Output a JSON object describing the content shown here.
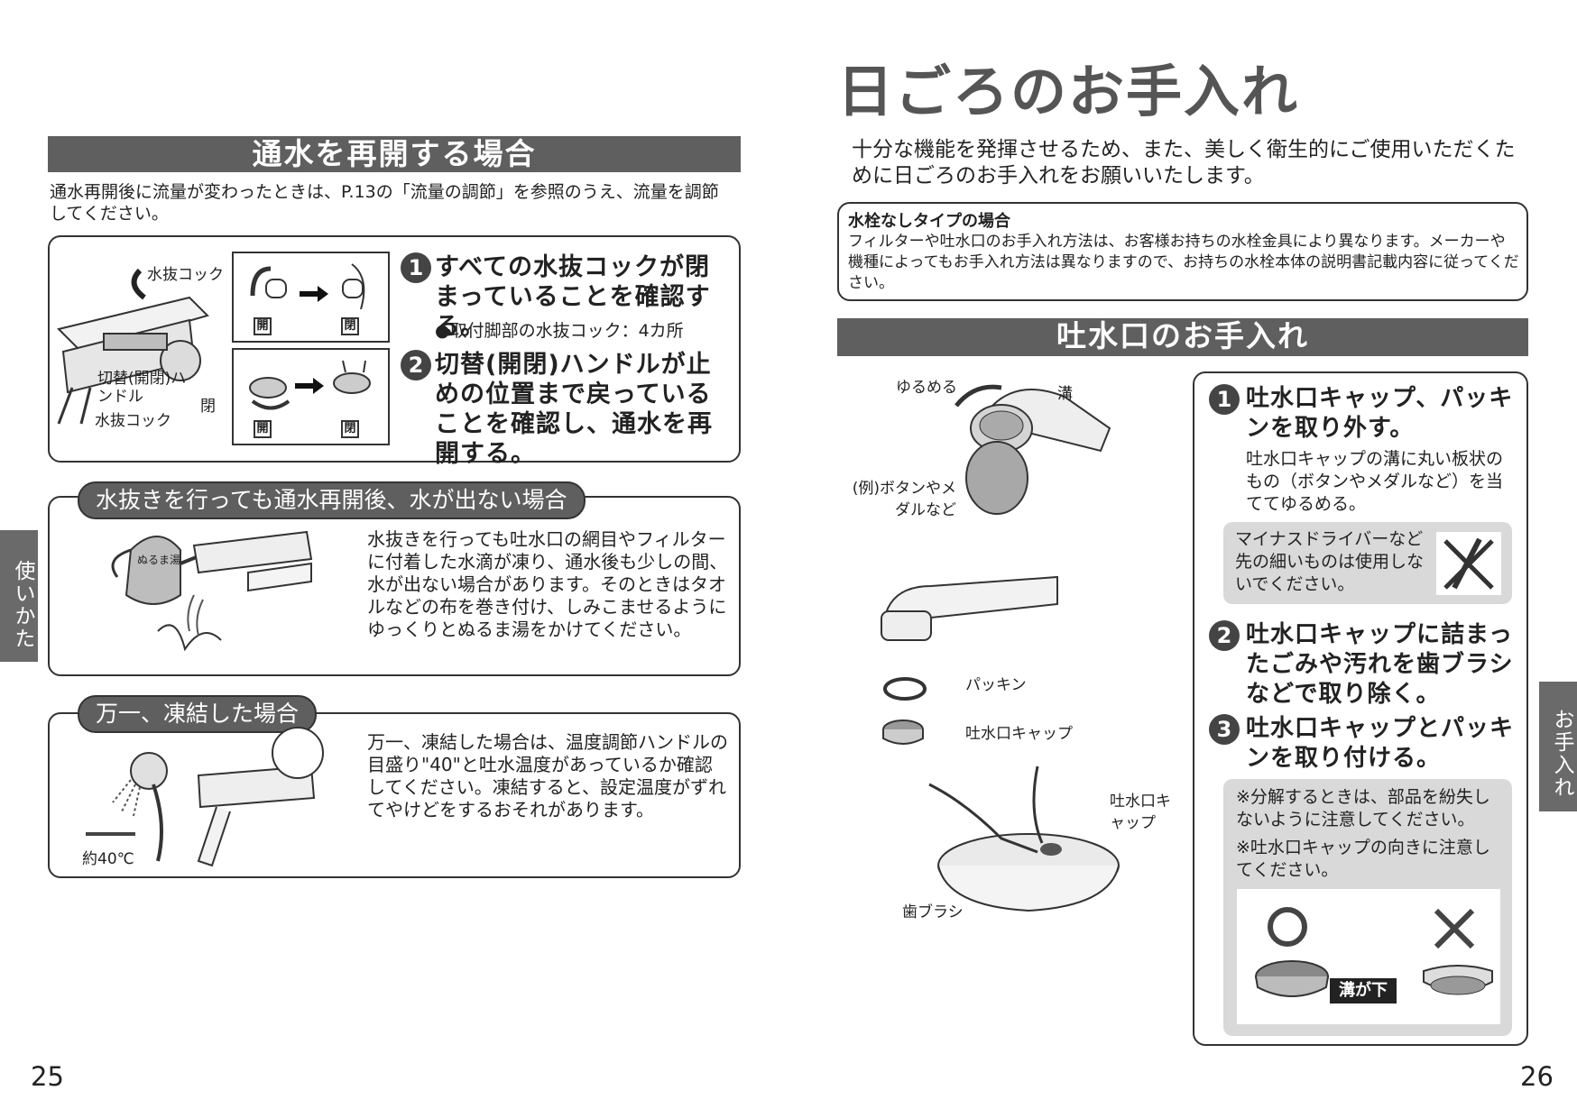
{
  "left": {
    "section1": {
      "title": "通水を再開する場合",
      "intro": "通水再開後に流量が変わったときは、P.13の「流量の調節」を参照のうえ、流量を調節してください。",
      "labels": {
        "drain_cock_top": "水抜コック",
        "handle": "切替(開閉)ハンドル",
        "drain_cock_bottom": "水抜コック",
        "closed_side": "閉",
        "open1": "開",
        "close1": "閉",
        "open2": "開",
        "close2": "閉"
      },
      "step1": "すべての水抜コックが閉まっていることを確認する。",
      "step1_note": "●取付脚部の水抜コック：4カ所",
      "step2": "切替(開閉)ハンドルが止めの位置まで戻っていることを確認し、通水を再開する。"
    },
    "section2": {
      "title": "水抜きを行っても通水再開後、水が出ない場合",
      "kettle_label": "ぬるま湯",
      "body": "水抜きを行っても吐水口の網目やフィルターに付着した水滴が凍り、通水後も少しの間、水が出ない場合があります。そのときはタオルなどの布を巻き付け、しみこませるようにゆっくりとぬるま湯をかけてください。"
    },
    "section3": {
      "title": "万一、凍結した場合",
      "temp_label": "約40℃",
      "body": "万一、凍結した場合は、温度調節ハンドルの目盛り\"40\"と吐水温度があっているか確認してください。凍結すると、設定温度がずれてやけどをするおそれがあります。"
    },
    "side_tab": "使いかた",
    "page_number": "25"
  },
  "right": {
    "title": "日ごろのお手入れ",
    "intro": "十分な機能を発揮させるため、また、美しく衛生的にご使用いただくために日ごろのお手入れをお願いいたします。",
    "notice": {
      "heading": "水栓なしタイプの場合",
      "body": "フィルターや吐水口のお手入れ方法は、お客様お持ちの水栓金具により異なります。メーカーや機種によってもお手入れ方法は異なりますので、お持ちの水栓本体の説明書記載内容に従ってください。"
    },
    "section": {
      "title": "吐水口のお手入れ",
      "labels": {
        "loosen": "ゆるめる",
        "groove": "溝",
        "example": "(例)ボタンやメダルなど",
        "packing": "パッキン",
        "cap": "吐水口キャップ",
        "cap2": "吐水口キャップ",
        "toothbrush": "歯ブラシ"
      },
      "step1": "吐水口キャップ、パッキンを取り外す。",
      "step1_note": "吐水口キャップの溝に丸い板状のもの（ボタンやメダルなど）を当ててゆるめる。",
      "warning": "マイナスドライバーなど先の細いものは使用しないでください。",
      "step2": "吐水口キャップに詰まったごみや汚れを歯ブラシなどで取り除く。",
      "step3": "吐水口キャップとパッキンを取り付ける。",
      "note1": "※分解するときは、部品を紛失しないように注意してください。",
      "note2": "※吐水口キャップの向きに注意してください。",
      "groove_down": "溝が下"
    },
    "side_tab": "お手入れ",
    "page_number": "26"
  }
}
